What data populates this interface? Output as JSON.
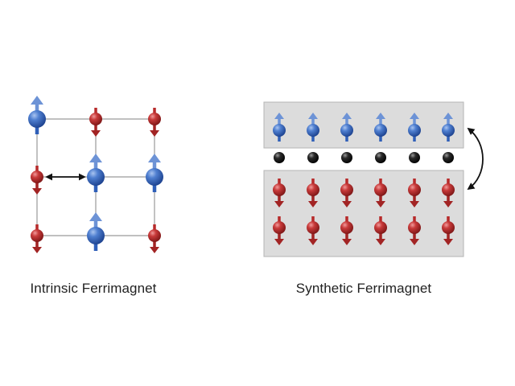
{
  "captions": {
    "left": "Intrinsic Ferrimagnet",
    "right": "Synthetic Ferrimagnet"
  },
  "colors": {
    "background": "#ffffff",
    "spin_up_fill": "#2f5fb8",
    "spin_up_arrow": "#6d93d6",
    "spin_down_fill": "#b72a2a",
    "spin_down_arrow": "#a22424",
    "spacer_atom": "#111111",
    "layer_box": "#dcdcdc",
    "lattice_line": "#9a9a9a",
    "coupling_arrow": "#111111"
  },
  "intrinsic_ferrimagnet": {
    "lattice": "3x3 square",
    "sites": [
      {
        "row": 0,
        "col": 0,
        "spin": "up",
        "size": "large"
      },
      {
        "row": 0,
        "col": 1,
        "spin": "down",
        "size": "small"
      },
      {
        "row": 0,
        "col": 2,
        "spin": "down",
        "size": "small"
      },
      {
        "row": 1,
        "col": 0,
        "spin": "down",
        "size": "small"
      },
      {
        "row": 1,
        "col": 1,
        "spin": "up",
        "size": "large"
      },
      {
        "row": 1,
        "col": 2,
        "spin": "up",
        "size": "large"
      },
      {
        "row": 2,
        "col": 0,
        "spin": "down",
        "size": "small"
      },
      {
        "row": 2,
        "col": 1,
        "spin": "up",
        "size": "large"
      },
      {
        "row": 2,
        "col": 2,
        "spin": "down",
        "size": "small"
      }
    ],
    "coupling": {
      "from": {
        "row": 1,
        "col": 0
      },
      "to": {
        "row": 1,
        "col": 1
      }
    }
  },
  "synthetic_ferrimagnet": {
    "columns": 6,
    "top_layer": {
      "rows": 1,
      "spin": "up",
      "size": "small"
    },
    "spacer": {
      "rows": 1,
      "atom": "black"
    },
    "bottom_layer": {
      "rows": 2,
      "spin": "down",
      "size": "small"
    },
    "coupling": "top layer to bottom layer"
  }
}
